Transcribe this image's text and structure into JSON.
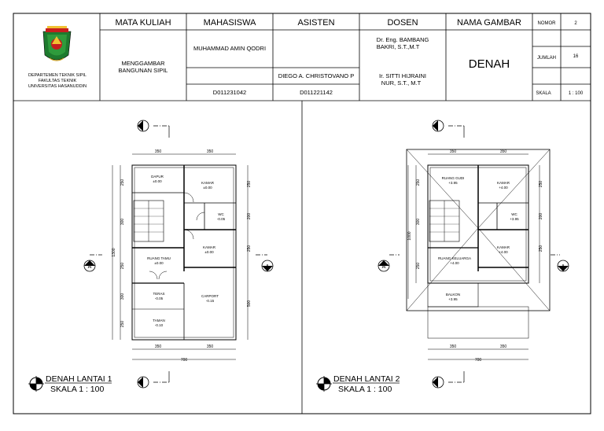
{
  "title_block": {
    "col_course": "MATA KULIAH",
    "col_student": "MAHASISWA",
    "col_assistant": "ASISTEN",
    "col_lecturer": "DOSEN",
    "col_drawing_name": "NAMA GAMBAR",
    "col_number": "NOMOR",
    "number_value": "2",
    "total_label": "JUMLAH",
    "total_value": "16",
    "scale_label": "SKALA",
    "scale_value": "1 : 100",
    "course_line1": "MENGGAMBAR",
    "course_line2": "BANGUNAN SIPIL",
    "student_name": "MUHAMMAD AMIN QODRI",
    "student_id": "D011231042",
    "assistant_name": "DIEGO A. CHRISTOVANO P",
    "assistant_id": "D011221142",
    "lecturer1_line1": "Dr. Eng. BAMBANG",
    "lecturer1_line2": "BAKRI, S.T.,M.T",
    "lecturer2_line1": "Ir. SITTI HIJRAINI",
    "lecturer2_line2": "NUR, S.T., M.T",
    "drawing_name": "DENAH",
    "dept_line1": "DEPARTEMEN TEKNIK SIPIL",
    "dept_line2": "FAKULTAS TEKNIK",
    "dept_line3": "UNIVERSITAS HASANUDDIN"
  },
  "plan1": {
    "title": "DENAH LANTAI 1",
    "scale": "SKALA 1 : 100",
    "rooms": {
      "dapur": "DAPUR",
      "dapur_lvl": "±0.00",
      "kamar1": "KAMAR",
      "kamar1_lvl": "±0.00",
      "wc": "WC",
      "wc_lvl": "-0.05",
      "kamar2": "KAMAR",
      "kamar2_lvl": "±0.00",
      "ruang_tamu": "RUANG TAMU",
      "ruang_tamu_lvl": "±0.00",
      "teras": "TERAS",
      "teras_lvl": "-0.05",
      "carport": "CARPORT",
      "carport_lvl": "-0.15",
      "taman": "TAMAN",
      "taman_lvl": "-0.10"
    },
    "dims": {
      "top_a": "350",
      "top_b": "350",
      "bot_a": "350",
      "bot_b": "350",
      "total": "700",
      "left1": "250",
      "left2": "300",
      "left3": "250",
      "left4": "300",
      "left5": "250",
      "left_total": "1300",
      "right1": "250",
      "right2": "200",
      "right3": "250",
      "right4": "500"
    }
  },
  "plan2": {
    "title": "DENAH LANTAI 2",
    "scale": "SKALA 1 : 100",
    "rooms": {
      "ruang_gudi": "RUANG GUDI",
      "ruang_gudi_lvl": "+3.95",
      "kamar1": "KAMAR",
      "kamar1_lvl": "+4.00",
      "wc": "WC",
      "wc_lvl": "+3.95",
      "kamar2": "KAMAR",
      "kamar2_lvl": "+4.00",
      "ruang_keluarga": "RUANG KELUARGA",
      "ruang_keluarga_lvl": "+4.00",
      "balkon": "BALKON",
      "balkon_lvl": "+3.95"
    },
    "dims": {
      "top_a": "350",
      "top_b": "350",
      "bot_a": "350",
      "bot_b": "350",
      "total": "700",
      "left1": "250",
      "left2": "300",
      "left3": "250",
      "left_total": "1000",
      "right1": "250",
      "right2": "200",
      "right3": "250"
    }
  },
  "markers": {
    "section_b": "B",
    "section_a": "A"
  }
}
